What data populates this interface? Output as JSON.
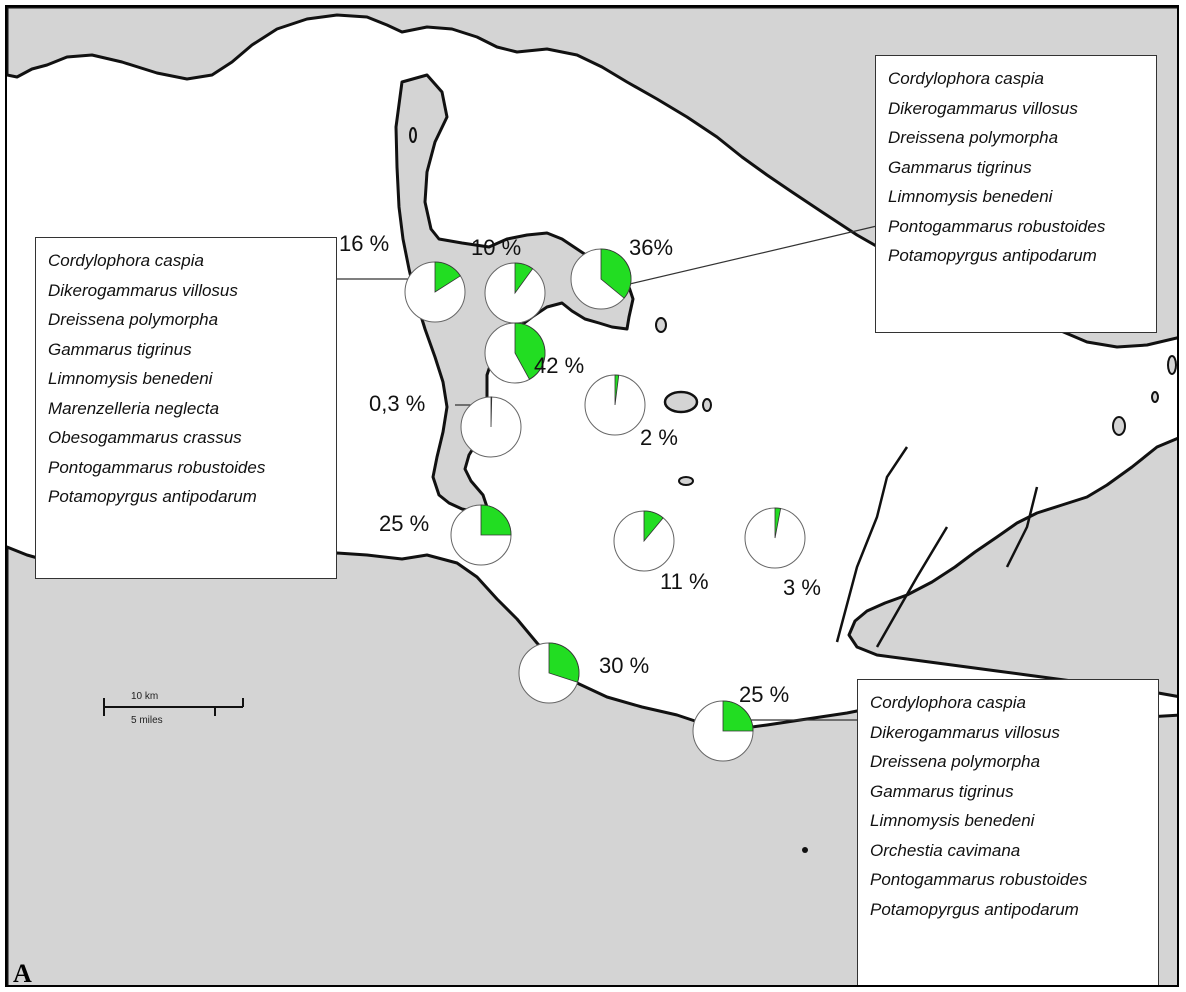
{
  "colors": {
    "land": "#d4d4d4",
    "water": "#ffffff",
    "coast": "#111111",
    "slice": "#22dd22",
    "pie_fill": "#ffffff"
  },
  "panel_label": "A",
  "legends": [
    {
      "items": [
        "Cordylophora caspia",
        "Dikerogammarus villosus",
        "Dreissena polymorpha",
        "Gammarus tigrinus",
        "Limnomysis benedeni",
        "Pontogammarus robustoides",
        "Potamopyrgus antipodarum"
      ]
    },
    {
      "items": [
        "Cordylophora caspia",
        "Dikerogammarus villosus",
        "Dreissena polymorpha",
        "Gammarus tigrinus",
        "Limnomysis benedeni",
        "Marenzelleria neglecta",
        "Obesogammarus crassus",
        "Pontogammarus robustoides",
        "Potamopyrgus antipodarum"
      ]
    },
    {
      "items": [
        "Cordylophora caspia",
        "Dikerogammarus villosus",
        "Dreissena polymorpha",
        "Gammarus tigrinus",
        "Limnomysis benedeni",
        "Orchestia cavimana",
        "Pontogammarus robustoides",
        "Potamopyrgus antipodarum"
      ]
    }
  ],
  "sites": [
    {
      "label": "16 %",
      "percent": 16
    },
    {
      "label": "10 %",
      "percent": 10
    },
    {
      "label": "36%",
      "percent": 36
    },
    {
      "label": "42 %",
      "percent": 42
    },
    {
      "label": "0,3 %",
      "percent": 0.3
    },
    {
      "label": "2 %",
      "percent": 2
    },
    {
      "label": "25 %",
      "percent": 25
    },
    {
      "label": "11 %",
      "percent": 11
    },
    {
      "label": "3 %",
      "percent": 3
    },
    {
      "label": "30 %",
      "percent": 30
    },
    {
      "label": "25 %",
      "percent": 25
    }
  ],
  "scale_bar": {
    "km_label": "10 km",
    "miles_label": "5 miles"
  }
}
